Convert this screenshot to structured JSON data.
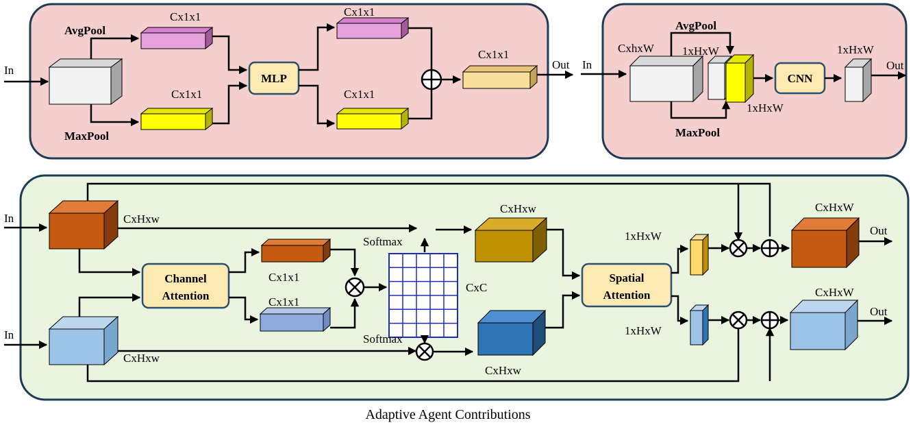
{
  "colors": {
    "panel_pink": "#f5cfcd",
    "panel_green": "#e9f5df",
    "panel_border": "#1e3b54",
    "module_box": "#fde9b2",
    "module_border": "#2b4f6e",
    "pink_cube": "#e6a2dd",
    "yellow_cube": "#ffff00",
    "cream_cube": "#f9df9c",
    "grey_cube": "#f2f2f2",
    "orange_cube": "#c55a11",
    "lightblue_cube": "#9dc3e6",
    "mustard_cube": "#bf9000",
    "blue_cube": "#2e75b6",
    "grid_line": "#1f2bbf"
  },
  "channel_attention": {
    "in_label": "In",
    "avgpool_label": "AvgPool",
    "maxpool_label": "MaxPool",
    "avg_dim": "Cx1x1",
    "max_dim": "Cx1x1",
    "mlp_label": "MLP",
    "mlp_out_top_dim": "Cx1x1",
    "mlp_out_bottom_dim": "Cx1x1",
    "result_dim": "Cx1x1",
    "out_label": "Out"
  },
  "spatial_attention": {
    "in_label": "In",
    "input_dim": "CxhxW",
    "avgpool_label": "AvgPool",
    "maxpool_label": "MaxPool",
    "avg_dim": "1xHxW",
    "max_dim": "1xHxW",
    "cnn_label": "CNN",
    "output_dim": "1xHxW",
    "out_label": "Out"
  },
  "agent": {
    "in_top_label": "In",
    "in_bottom_label": "In",
    "top_input_dim": "CxHxw",
    "bottom_input_dim": "CxHxw",
    "channel_attention_label_1": "Channel",
    "channel_attention_label_2": "Attention",
    "ca_top_dim": "Cx1x1",
    "ca_bottom_dim": "Cx1x1",
    "softmax_top": "Softmax",
    "softmax_bottom": "Softmax",
    "matrix_dim": "CxC",
    "top_feature_dim": "CxHxw",
    "bottom_feature_dim": "CxHxw",
    "spatial_attention_label_1": "Spatial",
    "spatial_attention_label_2": "Attention",
    "sa_top_dim": "1xHxW",
    "sa_bottom_dim": "1xHxW",
    "out_top_dim": "CxHxW",
    "out_bottom_dim": "CxHxW",
    "out_top_label": "Out",
    "out_bottom_label": "Out"
  },
  "caption": "Adaptive Agent Contributions"
}
